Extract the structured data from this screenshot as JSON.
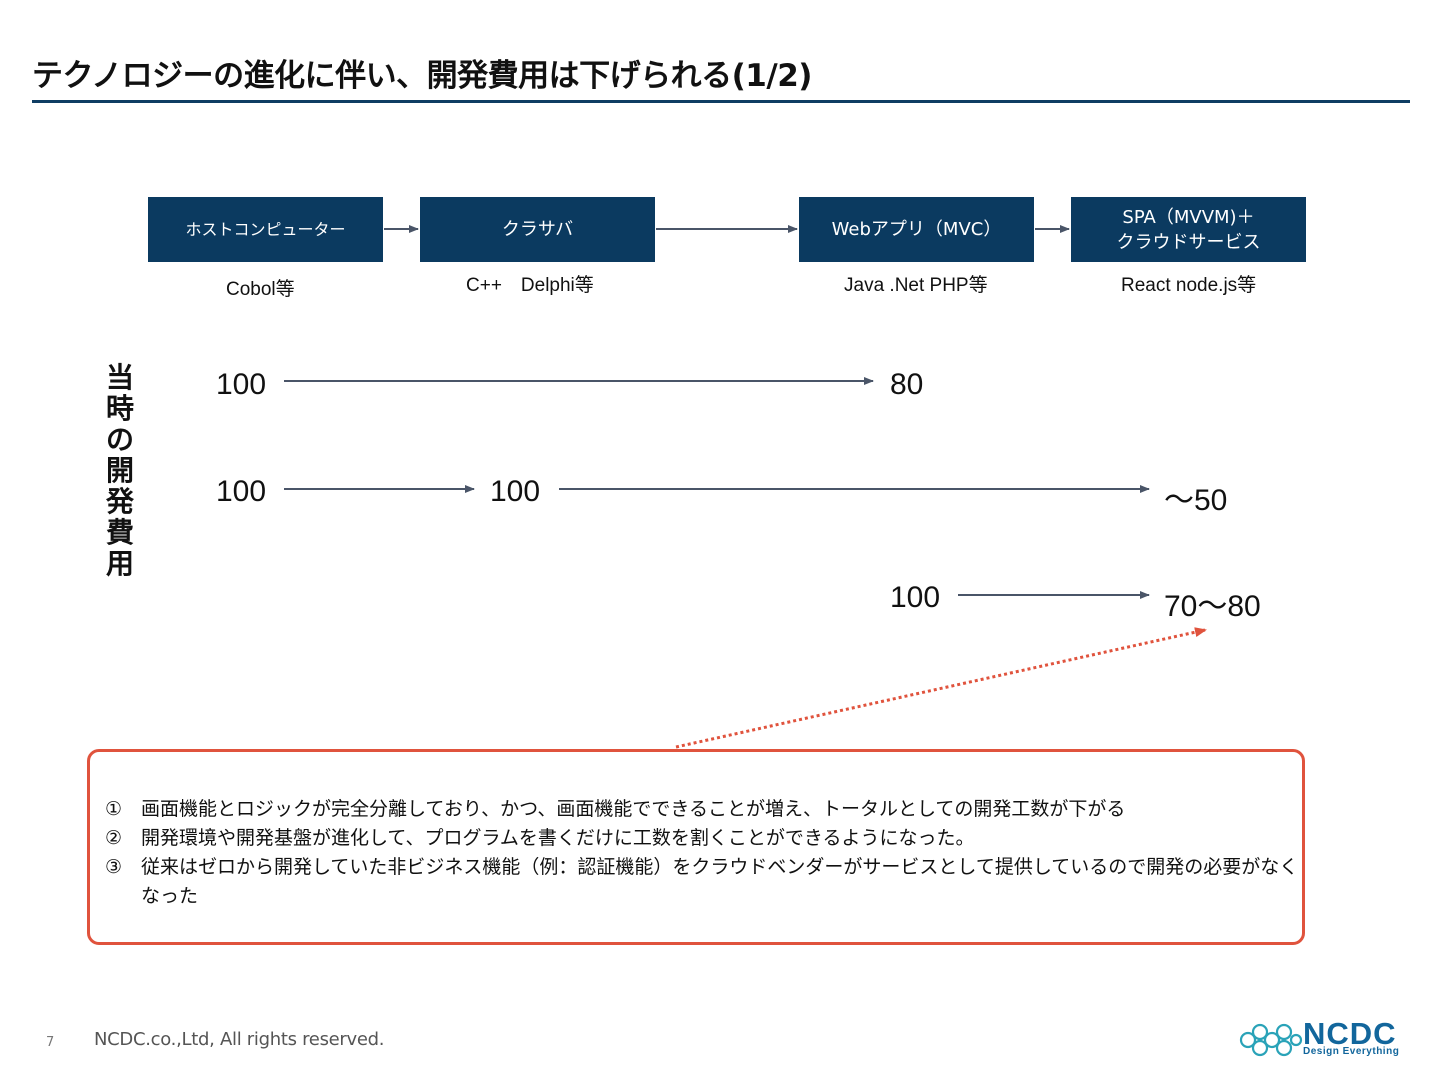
{
  "slide": {
    "title": "テクノロジーの進化に伴い、開発費用は下げられる(1/2)",
    "page_number": "7",
    "copyright": "NCDC.co.,Ltd, All rights reserved."
  },
  "stages": [
    {
      "label": "ホストコンピューター",
      "tech": "Cobol等"
    },
    {
      "label": "クラサバ",
      "tech": "C++　Delphi等"
    },
    {
      "label": "Webアプリ（MVC）",
      "tech": "Java .Net PHP等"
    },
    {
      "label_line1": "SPA（MVVM)＋",
      "label_line2": "クラウドサービス",
      "tech": "React node.js等"
    }
  ],
  "vertical_label": "当時の開発費用",
  "cost_rows": [
    {
      "values": [
        "100",
        "80"
      ]
    },
    {
      "values": [
        "100",
        "100",
        "〜50"
      ]
    },
    {
      "values": [
        "100",
        "70〜80"
      ]
    }
  ],
  "notes": [
    {
      "marker": "①",
      "text": "画面機能とロジックが完全分離しており、かつ、画面機能でできることが増え、トータルとしての開発工数が下がる"
    },
    {
      "marker": "②",
      "text": "開発環境や開発基盤が進化して、プログラムを書くだけに工数を割くことができるようになった。"
    },
    {
      "marker": "③",
      "text": "従来はゼロから開発していた非ビジネス機能（例：認証機能）をクラウドベンダーがサービスとして提供しているので開発の必要がなくなった"
    }
  ],
  "logo": {
    "name": "NCDC",
    "tagline": "Design Everything"
  },
  "colors": {
    "title_rule": "#0f3d63",
    "stage_box": "#0b3a60",
    "arrow": "#4a5568",
    "note_border": "#e0533d",
    "dotted_arrow": "#e0533d",
    "logo": "#12669c"
  }
}
